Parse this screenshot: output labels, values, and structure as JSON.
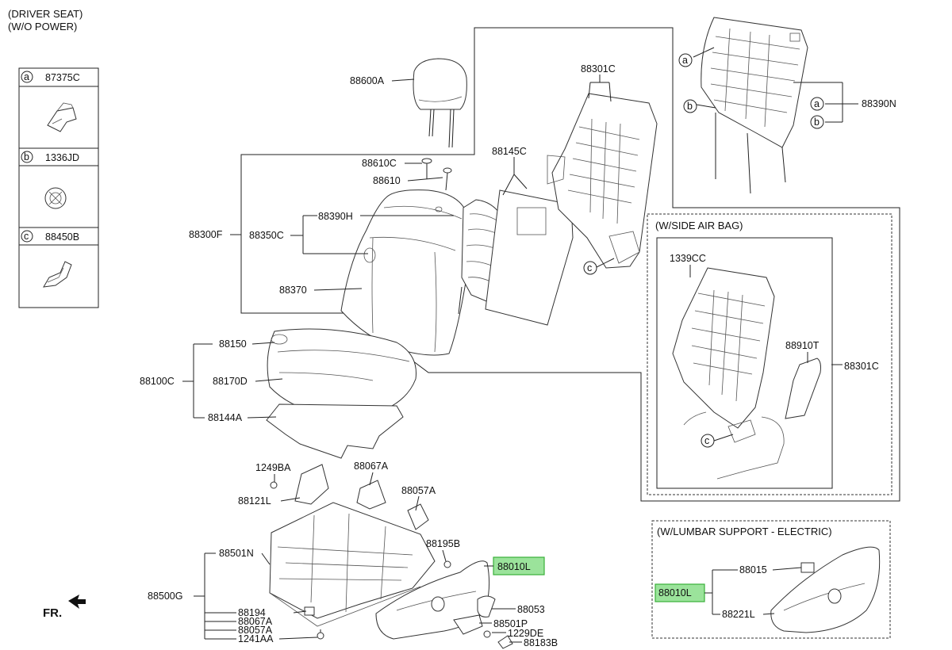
{
  "headers": {
    "driver_seat": "(DRIVER SEAT)",
    "wo_power": "(W/O POWER)",
    "side_airbag": "(W/SIDE AIR BAG)",
    "lumbar": "(W/LUMBAR SUPPORT - ELECTRIC)",
    "fr": "FR."
  },
  "legend": [
    {
      "letter": "a",
      "part": "87375C"
    },
    {
      "letter": "b",
      "part": "1336JD"
    },
    {
      "letter": "c",
      "part": "88450B"
    }
  ],
  "callouts": {
    "l88600A": "88600A",
    "l88610C": "88610C",
    "l88610": "88610",
    "l88301C_top": "88301C",
    "l88145C": "88145C",
    "l88390H": "88390H",
    "l88350C": "88350C",
    "l88300F": "88300F",
    "l88370": "88370",
    "l88150": "88150",
    "l88100C": "88100C",
    "l88170D": "88170D",
    "l88144A": "88144A",
    "l88390N": "88390N",
    "l1339CC": "1339CC",
    "l88910T": "88910T",
    "l88301C_side": "88301C",
    "l1249BA": "1249BA",
    "l88067A_top": "88067A",
    "l88121L": "88121L",
    "l88057A_top": "88057A",
    "l88195B": "88195B",
    "l88501N": "88501N",
    "l88500G": "88500G",
    "l88010L_main": "88010L",
    "l88053": "88053",
    "l88501P": "88501P",
    "l1229DE": "1229DE",
    "l88183B": "88183B",
    "l88194": "88194",
    "l88067A_bot": "88067A",
    "l88057A_bot": "88057A",
    "l1241AA": "1241AA",
    "l88015": "88015",
    "l88010L_lumbar": "88010L",
    "l88221L": "88221L"
  },
  "markers": {
    "a": "a",
    "b": "b",
    "c": "c"
  },
  "colors": {
    "highlight_fill": "#9be39b",
    "highlight_stroke": "#3ab03a",
    "line": "#222222"
  }
}
